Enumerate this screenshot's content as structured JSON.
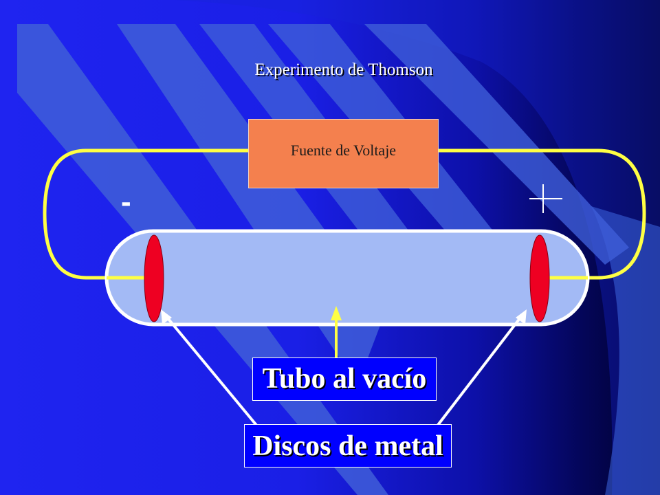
{
  "slide": {
    "title": "Experimento de Thomson",
    "power_source_label": "Fuente de Voltaje",
    "negative_symbol": "-",
    "positive_symbol": "+",
    "tube_label": "Tubo al vacío",
    "discs_label": "Discos de metal"
  },
  "colors": {
    "background_gradient": [
      "#1d22ee",
      "#00002e"
    ],
    "stripe": "#3d5dd6",
    "wire": "#ffff44",
    "power_box": "#f4804e",
    "tube_fill": "#a3baf5",
    "disc": "#ee0022",
    "label_box": "#0000ff"
  },
  "icons": {
    "negative": "minus-sign",
    "positive": "plus-sign",
    "arrows": "white-arrow-pointing-up"
  }
}
